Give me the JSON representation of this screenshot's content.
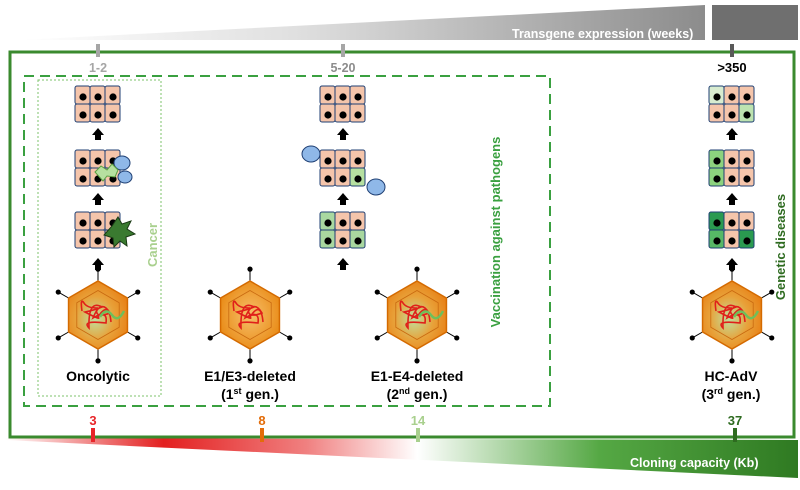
{
  "transgene_expression": {
    "label": "Transgene expression  (weeks)",
    "ticks": [
      "1-2",
      "5-20",
      ">350"
    ]
  },
  "cloning_capacity": {
    "label": "Cloning  capacity (Kb)",
    "ticks": [
      "3",
      "8",
      "14",
      "37"
    ]
  },
  "vector_labels": {
    "oncolytic": "Oncolytic",
    "first_gen_line1": "E1/E3-deleted",
    "first_gen_line2_prefix": "(1",
    "first_gen_sup": "st",
    "first_gen_suffix": " gen.)",
    "second_gen_line1": "E1-E4-deleted",
    "second_gen_line2_prefix": "(2",
    "second_gen_sup": "nd",
    "second_gen_suffix": " gen.)",
    "hc_line1": "HC-AdV",
    "hc_line2_prefix": "(3",
    "hc_sup": "rd",
    "hc_suffix": " gen.)"
  },
  "applications": {
    "cancer": "Cancer",
    "vaccination": "Vaccination against pathogens",
    "genetic": "Genetic diseases"
  },
  "colors": {
    "tick_gray": "#a6a6a6",
    "tick_darkgray": "#595959",
    "red": "#e8262a",
    "orange": "#e36c09",
    "lightgreen": "#a9d08e",
    "darkgreen": "#2e6b20",
    "frame_green": "#3a8a2e"
  }
}
